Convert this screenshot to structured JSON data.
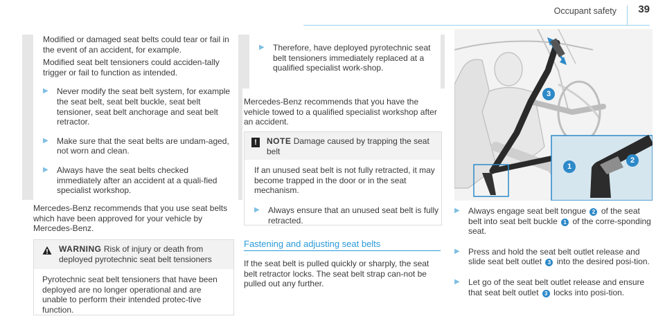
{
  "header": {
    "section": "Occupant safety",
    "page": "39"
  },
  "left": {
    "box": {
      "p1": "Modified or damaged seat belts could tear or fail in the event of an accident, for example.",
      "p2": "Modified seat belt tensioners could acciden-tally trigger or fail to function as intended.",
      "bullets": [
        "Never modify the seat belt system, for example the seat belt, seat belt buckle, seat belt tensioner, seat belt anchorage and seat belt retractor.",
        "Make sure that the seat belts are undam-aged, not worn and clean.",
        "Always have the seat belts checked immediately after an accident at a quali-fied specialist workshop."
      ]
    },
    "para": "Mercedes-Benz recommends that you use seat belts which have been approved for your vehicle by Mercedes-Benz.",
    "warning": {
      "label": "WARNING",
      "title": "Risk of injury or death from deployed pyrotechnic seat belt tensioners",
      "text": "Pyrotechnic seat belt tensioners that have been deployed are no longer operational and are unable to perform their intended protec-tive function."
    }
  },
  "middle": {
    "box_bullet": "Therefore, have deployed pyrotechnic seat belt tensioners immediately replaced at a qualified specialist work-shop.",
    "para": "Mercedes-Benz recommends that you have the vehicle towed to a qualified specialist workshop after an accident.",
    "note": {
      "label": "NOTE",
      "title": "Damage caused by trapping the seat belt",
      "text": "If an unused seat belt is not fully retracted, it may become trapped in the door or in the seat mechanism.",
      "bullet": "Always ensure that an unused seat belt is fully retracted."
    },
    "heading": "Fastening and adjusting seat belts",
    "para2": "If the seat belt is pulled quickly or sharply, the seat belt retractor locks. The seat belt strap can-not be pulled out any further."
  },
  "figure": {
    "callouts": [
      "1",
      "2",
      "3"
    ]
  },
  "right": {
    "steps": [
      {
        "a": "Always engage seat belt tongue",
        "n1": "2",
        "b": "of the seat belt into seat belt buckle",
        "n2": "1",
        "c": "of the corre-sponding seat."
      },
      {
        "a": "Press and hold the seat belt outlet release and slide seat belt outlet",
        "n1": "3",
        "b": "into the desired posi-tion."
      },
      {
        "a": "Let go of the seat belt outlet release and ensure that seat belt outlet",
        "n1": "3",
        "b": "locks into posi-tion."
      }
    ]
  },
  "colors": {
    "accent": "#2a9ad8",
    "callout": "#2d89c8",
    "box_grey": "#e6e6e6"
  }
}
